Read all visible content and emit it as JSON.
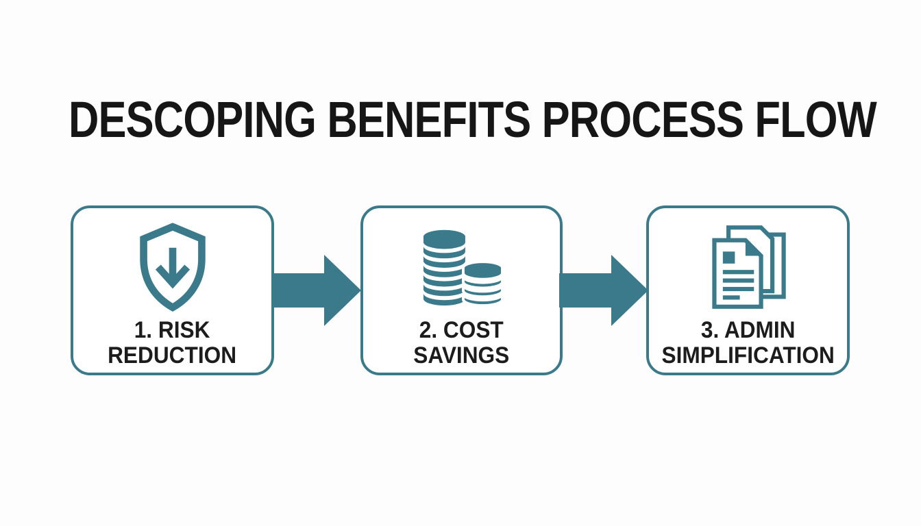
{
  "title": "DESCOPING BENEFITS PROCESS FLOW",
  "colors": {
    "accent_teal": "#3a7a8a",
    "text_dark": "#1c1c1c",
    "box_background": "#ffffff",
    "page_background": "#fdfdfd"
  },
  "steps": [
    {
      "label_line1": "1. RISK",
      "label_line2": "REDUCTION",
      "icon": "shield-down-arrow-icon"
    },
    {
      "label_line1": "2. COST",
      "label_line2": "SAVINGS",
      "icon": "coin-stacks-icon"
    },
    {
      "label_line1": "3. ADMIN",
      "label_line2": "SIMPLIFICATION",
      "icon": "documents-icon"
    }
  ],
  "connectors": [
    {
      "type": "arrow-right",
      "from": "1. RISK REDUCTION",
      "to": "2. COST SAVINGS"
    },
    {
      "type": "arrow-right",
      "from": "2. COST SAVINGS",
      "to": "3. ADMIN SIMPLIFICATION"
    }
  ]
}
